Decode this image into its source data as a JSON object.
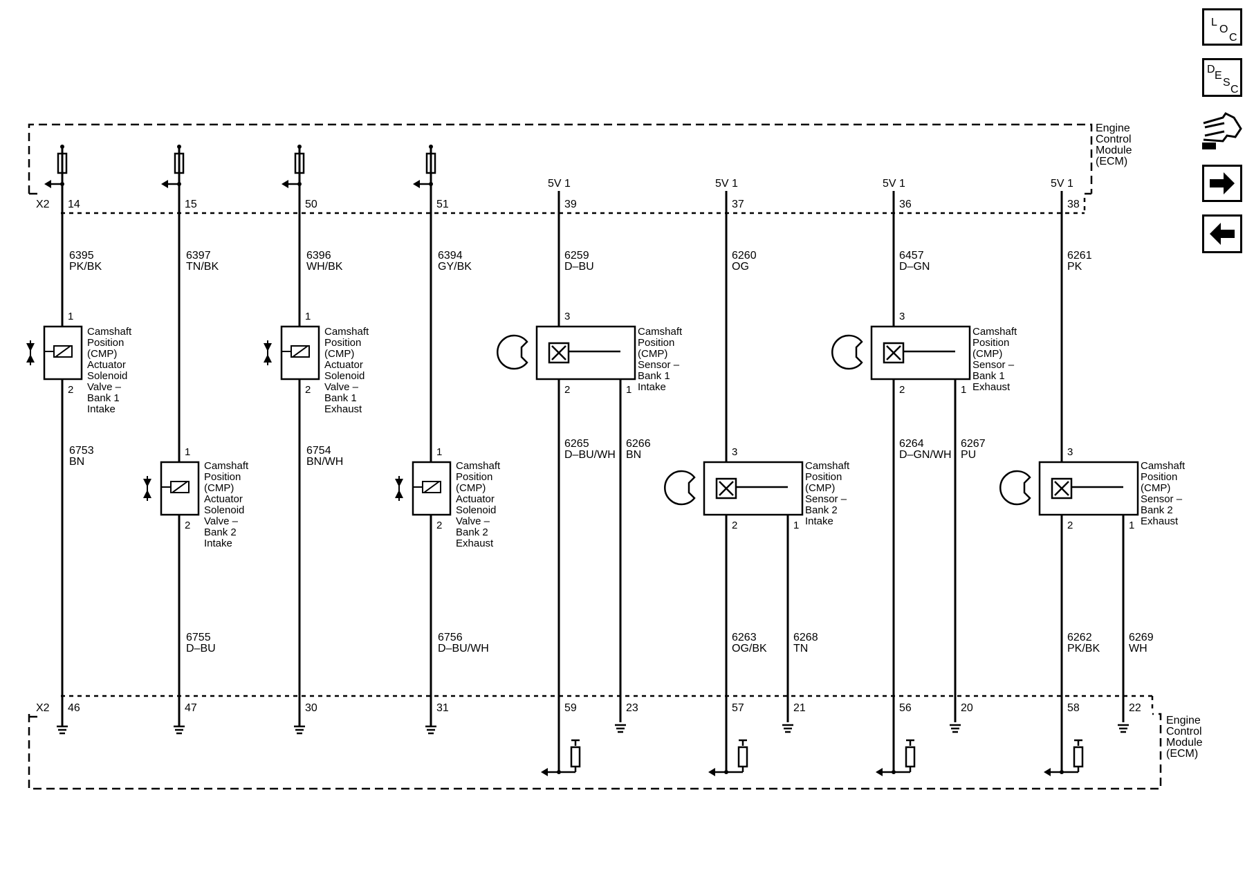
{
  "ecm_label": [
    "Engine",
    "Control",
    "Module",
    "(ECM)"
  ],
  "connector": "X2",
  "five_volt": "5V 1",
  "nav": {
    "loc": [
      "L",
      "O",
      "C"
    ],
    "desc": [
      "D",
      "E",
      "S",
      "C"
    ]
  },
  "solenoid_circuits": [
    {
      "id": "s1",
      "top_pin": "14",
      "wire_top": [
        "6395",
        "PK/BK"
      ],
      "wire_bottom": [
        "6753",
        "BN"
      ],
      "bottom_pin": "46",
      "comp_pins": [
        "1",
        "2"
      ],
      "label": [
        "Camshaft",
        "Position",
        "(CMP)",
        "Actuator",
        "Solenoid",
        "Valve –",
        "Bank 1",
        "Intake"
      ]
    },
    {
      "id": "s2",
      "top_pin": "15",
      "wire_top": [
        "6397",
        "TN/BK"
      ],
      "wire_bottom": [
        "6755",
        "D–BU"
      ],
      "bottom_pin": "47",
      "comp_pins": [
        "1",
        "2"
      ],
      "label": [
        "Camshaft",
        "Position",
        "(CMP)",
        "Actuator",
        "Solenoid",
        "Valve –",
        "Bank 2",
        "Intake"
      ]
    },
    {
      "id": "s3",
      "top_pin": "50",
      "wire_top": [
        "6396",
        "WH/BK"
      ],
      "wire_bottom": [
        "6754",
        "BN/WH"
      ],
      "bottom_pin": "30",
      "comp_pins": [
        "1",
        "2"
      ],
      "label": [
        "Camshaft",
        "Position",
        "(CMP)",
        "Actuator",
        "Solenoid",
        "Valve –",
        "Bank 1",
        "Exhaust"
      ]
    },
    {
      "id": "s4",
      "top_pin": "51",
      "wire_top": [
        "6394",
        "GY/BK"
      ],
      "wire_bottom": [
        "6756",
        "D–BU/WH"
      ],
      "bottom_pin": "31",
      "comp_pins": [
        "1",
        "2"
      ],
      "label": [
        "Camshaft",
        "Position",
        "(CMP)",
        "Actuator",
        "Solenoid",
        "Valve –",
        "Bank 2",
        "Exhaust"
      ]
    }
  ],
  "sensor_circuits": [
    {
      "id": "c1",
      "top_pin": "39",
      "wire_top": [
        "6259",
        "D–BU"
      ],
      "wire_sig": [
        "6265",
        "D–BU/WH"
      ],
      "wire_low": [
        "6266",
        "BN"
      ],
      "sig_pin": "59",
      "low_pin": "23",
      "comp_pins": [
        "3",
        "2",
        "1"
      ],
      "label": [
        "Camshaft",
        "Position",
        "(CMP)",
        "Sensor –",
        "Bank 1",
        "Intake"
      ]
    },
    {
      "id": "c2",
      "top_pin": "37",
      "wire_top": [
        "6260",
        "OG"
      ],
      "wire_sig": [
        "6263",
        "OG/BK"
      ],
      "wire_low": [
        "6268",
        "TN"
      ],
      "sig_pin": "57",
      "low_pin": "21",
      "comp_pins": [
        "3",
        "2",
        "1"
      ],
      "label": [
        "Camshaft",
        "Position",
        "(CMP)",
        "Sensor –",
        "Bank 2",
        "Intake"
      ]
    },
    {
      "id": "c3",
      "top_pin": "36",
      "wire_top": [
        "6457",
        "D–GN"
      ],
      "wire_sig": [
        "6264",
        "D–GN/WH"
      ],
      "wire_low": [
        "6267",
        "PU"
      ],
      "sig_pin": "56",
      "low_pin": "20",
      "comp_pins": [
        "3",
        "2",
        "1"
      ],
      "label": [
        "Camshaft",
        "Position",
        "(CMP)",
        "Sensor –",
        "Bank 1",
        "Exhaust"
      ]
    },
    {
      "id": "c4",
      "top_pin": "38",
      "wire_top": [
        "6261",
        "PK"
      ],
      "wire_sig": [
        "6262",
        "PK/BK"
      ],
      "wire_low": [
        "6269",
        "WH"
      ],
      "sig_pin": "58",
      "low_pin": "22",
      "comp_pins": [
        "3",
        "2",
        "1"
      ],
      "label": [
        "Camshaft",
        "Position",
        "(CMP)",
        "Sensor –",
        "Bank 2",
        "Exhaust"
      ]
    }
  ]
}
